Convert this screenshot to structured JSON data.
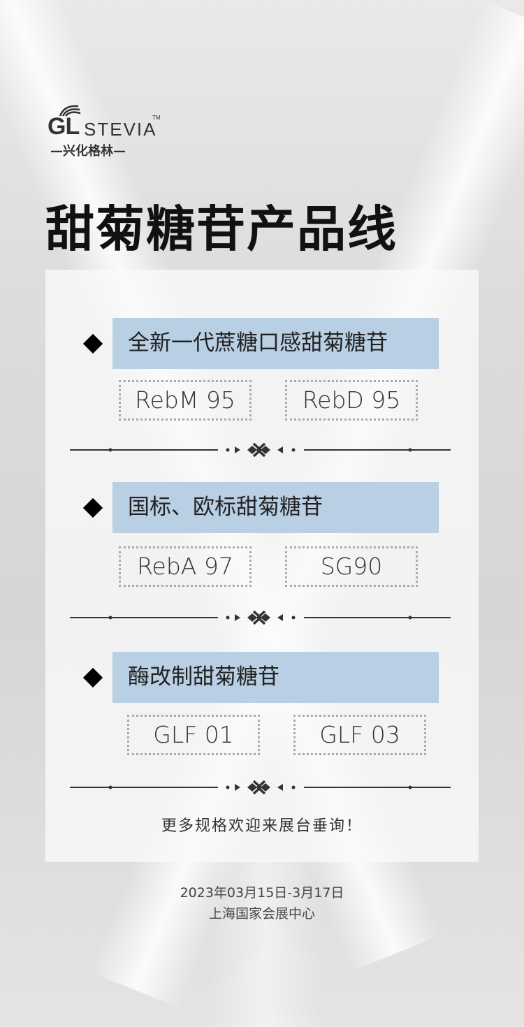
{
  "logo": {
    "gl": "GL",
    "brand": "STEVIA",
    "tm": "TM",
    "cn": "—兴化格林—"
  },
  "title": "甜菊糖苷产品线",
  "sections": [
    {
      "heading": "全新一代蔗糖口感甜菊糖苷",
      "products": [
        "RebM 95",
        "RebD 95"
      ]
    },
    {
      "heading": "国标、欧标甜菊糖苷",
      "products": [
        "RebA 97",
        "SG90"
      ]
    },
    {
      "heading": "酶改制甜菊糖苷",
      "products": [
        "GLF 01",
        "GLF 03"
      ]
    }
  ],
  "footer": "更多规格欢迎来展台垂询！",
  "event": {
    "date": "2023年03月15日-3月17日",
    "venue": "上海国家会展中心"
  },
  "colors": {
    "band": "#b9cfe3"
  }
}
